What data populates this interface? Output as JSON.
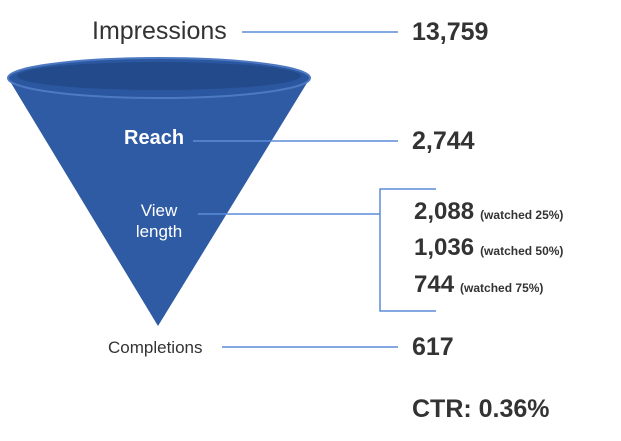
{
  "stages": {
    "impressions": {
      "label": "Impressions",
      "value": "13,759"
    },
    "reach": {
      "label": "Reach",
      "value": "2,744"
    },
    "view_length": {
      "label": "View length",
      "values": [
        {
          "value": "2,088",
          "note": "(watched 25%)"
        },
        {
          "value": "1,036",
          "note": "(watched 50%)"
        },
        {
          "value": "744",
          "note": "(watched 75%)"
        }
      ]
    },
    "completions": {
      "label": "Completions",
      "value": "617"
    }
  },
  "ctr": "CTR: 0.36%",
  "colors": {
    "funnel": "#2E5BA3",
    "funnel_top": "#234A8B",
    "connector": "#5B8BD9",
    "text": "#333333"
  }
}
